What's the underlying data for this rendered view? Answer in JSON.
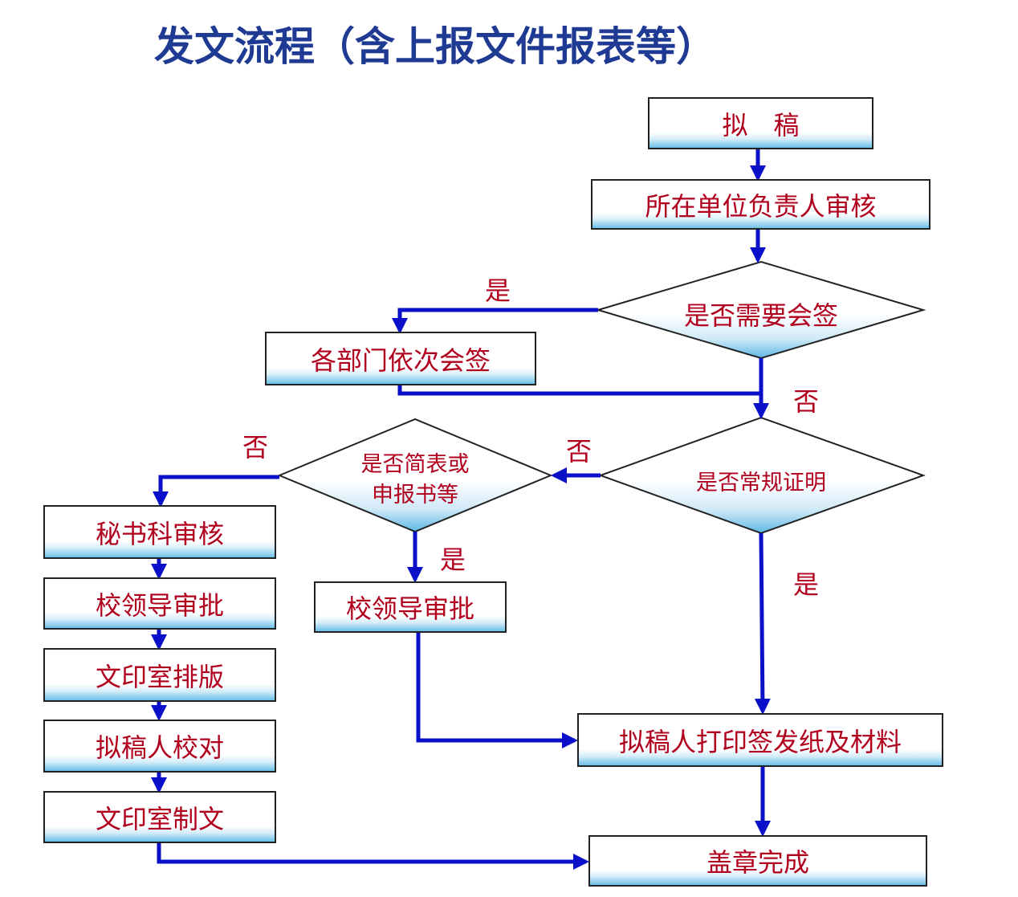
{
  "title": "发文流程（含上报文件报表等）",
  "nodes": {
    "draft": "拟　稿",
    "unit_review": "所在单位负责人审核",
    "need_countersign": "是否需要会签",
    "dept_countersign": "各部门依次会签",
    "routine_cert": "是否常规证明",
    "simple_form_line1": "是否简表或",
    "simple_form_line2": "申报书等",
    "secretary_review": "秘书科审核",
    "leader_approval_left": "校领导审批",
    "print_typeset": "文印室排版",
    "drafter_proofread": "拟稿人校对",
    "print_produce": "文印室制文",
    "leader_approval_mid": "校领导审批",
    "print_sign": "拟稿人打印签发纸及材料",
    "stamp_done": "盖章完成"
  },
  "labels": {
    "yes_countersign": "是",
    "no_countersign": "否",
    "no_routine": "否",
    "yes_routine": "是",
    "no_simple": "否",
    "yes_simple": "是"
  },
  "colors": {
    "title": "#1f3a93",
    "node_text": "#b0001e",
    "arrow": "#0a10c8",
    "box_gradient_bottom": "#6cc0e8"
  }
}
